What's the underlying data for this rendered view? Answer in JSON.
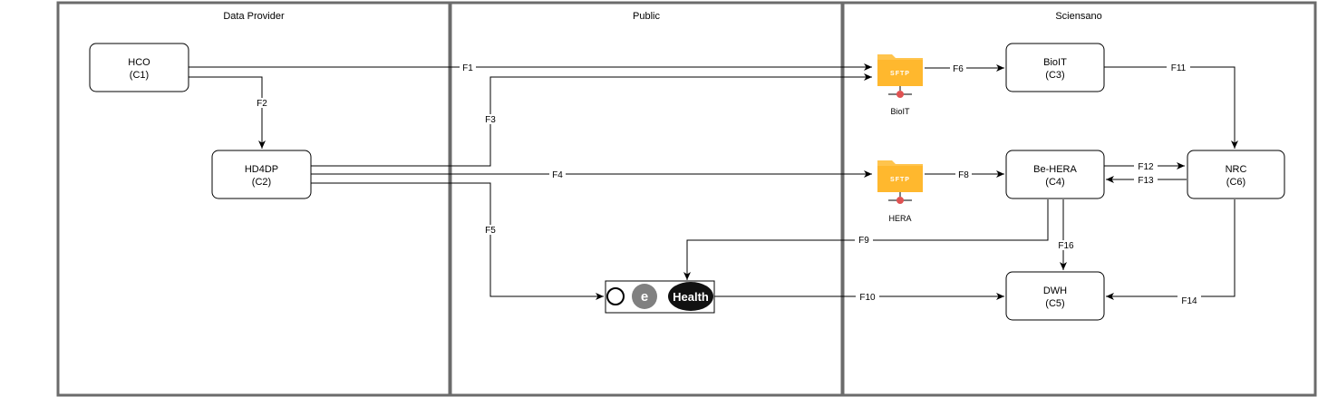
{
  "lanes": {
    "data_provider": "Data Provider",
    "public": "Public",
    "sciensano": "Sciensano"
  },
  "nodes": {
    "hco": {
      "name": "HCO",
      "code": "(C1)"
    },
    "hd4dp": {
      "name": "HD4DP",
      "code": "(C2)"
    },
    "bioit": {
      "name": "BioIT",
      "code": "(C3)"
    },
    "behera": {
      "name": "Be-HERA",
      "code": "(C4)"
    },
    "dwh": {
      "name": "DWH",
      "code": "(C5)"
    },
    "nrc": {
      "name": "NRC",
      "code": "(C6)"
    }
  },
  "sftp": {
    "badge": "SFTP",
    "bioit_label": "BioIT",
    "hera_label": "HERA",
    "folder_color": "#FFC44D",
    "connector_color": "#E05252"
  },
  "ehealth": {
    "e": "e",
    "health": "Health"
  },
  "flows": {
    "f1": "F1",
    "f2": "F2",
    "f3": "F3",
    "f4": "F4",
    "f5": "F5",
    "f6": "F6",
    "f8": "F8",
    "f9": "F9",
    "f10": "F10",
    "f11": "F11",
    "f12": "F12",
    "f13": "F13",
    "f14": "F14",
    "f16": "F16"
  }
}
